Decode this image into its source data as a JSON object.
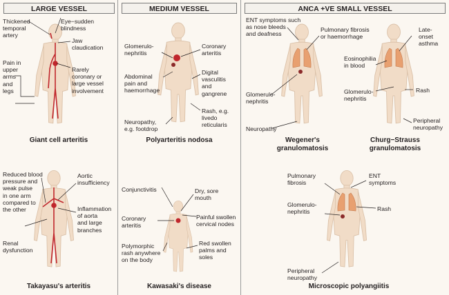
{
  "headers": {
    "large": "LARGE VESSEL",
    "medium": "MEDIUM VESSEL",
    "small": "ANCA +VE SMALL VESSEL"
  },
  "captions": {
    "giant_cell": "Giant cell arteritis",
    "takayasu": "Takayasu's arteritis",
    "polyarteritis": "Polyarteritis nodosa",
    "kawasaki": "Kawasaki's disease",
    "wegener": "Wegener's\ngranulomatosis",
    "churg": "Churg−Strauss\ngranulomatosis",
    "microscopic": "Microscopic polyangiitis"
  },
  "labels": {
    "gca_temporal": "Thickened\ntemporal\nartery",
    "gca_eye": "Eye−sudden\nblindness",
    "gca_jaw": "Jaw\nclaudication",
    "gca_pain": "Pain in\nupper\narms\nand\nlegs",
    "gca_coronary": "Rarely\ncoronary or\nlarge vessel\ninvolvement",
    "tak_bp": "Reduced blood\npressure and\nweak pulse\nin one arm\ncompared to\nthe other",
    "tak_aortic": "Aortic\ninsufficiency",
    "tak_inflam": "Inflammation\nof aorta\nand large\nbranches",
    "tak_renal": "Renal\ndysfunction",
    "pan_glom": "Glomerulo-\nnephritis",
    "pan_coronary": "Coronary\narteritis",
    "pan_abdominal": "Abdominal\npain and\nhaemorrhage",
    "pan_digital": "Digital\nvasculitis\nand\ngangrene",
    "pan_rash": "Rash, e.g.\nlivedo\nreticularis",
    "pan_neuro": "Neuropathy,\ne.g. footdrop",
    "kaw_conj": "Conjunctivitis",
    "kaw_mouth": "Dry, sore\nmouth",
    "kaw_coronary": "Coronary\narteritis",
    "kaw_nodes": "Painful swollen\ncervical nodes",
    "kaw_rash": "Polymorphic\nrash anywhere\non the body",
    "kaw_palms": "Red swollen\npalms and\nsoles",
    "weg_ent": "ENT symptoms such\nas nose bleeds\nand deafness",
    "weg_pulm": "Pulmonary fibrosis\nor haemorrhage",
    "weg_glom": "Glomerulo-\nnephritis",
    "weg_neuro": "Neuropathy",
    "cs_asthma": "Late-\nonset\nasthma",
    "cs_eos": "Eosinophilia\nin blood",
    "cs_glom": "Glomerulo-\nnephritis",
    "cs_rash": "Rash",
    "cs_neuro": "Peripheral\nneuropathy",
    "mp_pulm": "Pulmonary\nfibrosis",
    "mp_ent": "ENT\nsymptoms",
    "mp_glom": "Glomerulo-\nnephritis",
    "mp_rash": "Rash",
    "mp_neuro": "Peripheral\nneuropathy"
  },
  "colors": {
    "skin": "#f1dcc7",
    "skin_outline": "#d9bfa6",
    "artery": "#c0262c",
    "lung": "#e8a070",
    "panel_bg": "#fbf7f1",
    "line": "#231f20"
  }
}
